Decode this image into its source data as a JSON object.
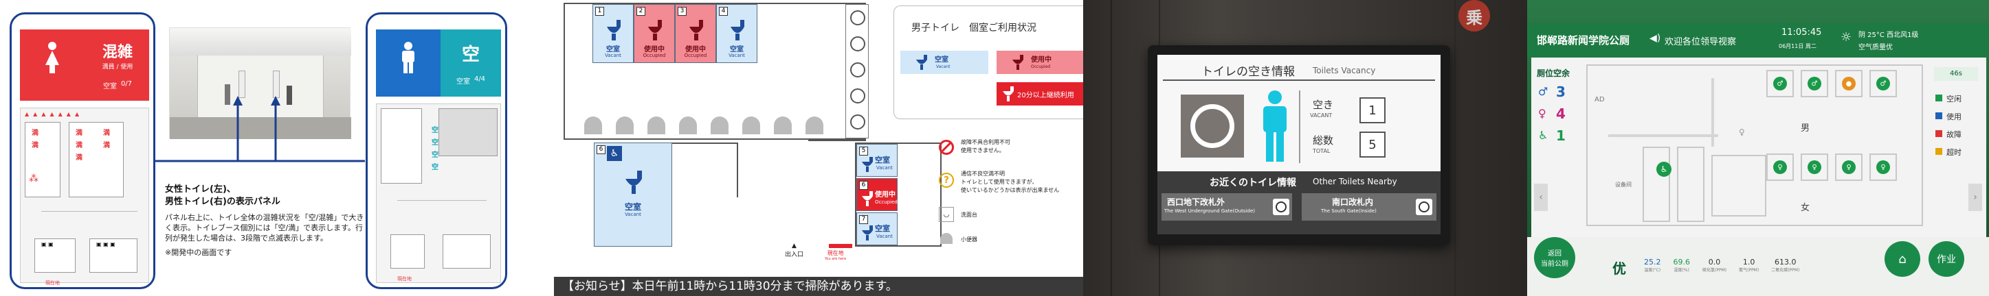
{
  "panel1": {
    "left_status": "混雑",
    "left_sub": "満員 / 使用",
    "left_count_label": "空室",
    "left_count": "0/7",
    "right_status": "空",
    "right_sub": "空室",
    "right_count": "4/4",
    "stall_marks": [
      "満",
      "満",
      "満",
      "満",
      "満",
      "満",
      "満"
    ],
    "stall_marks_right": [
      "空",
      "空",
      "空",
      "空"
    ],
    "here_label": "現在地",
    "caption_title": "女性トイレ(左)、\n男性トイレ(右)の表示パネル",
    "caption_body": "パネル右上に、トイレ全体の混雑状況を「空/混雑」で大きく表示。トイレブース個別には「空/満」で表示します。行列が発生した場合は、3段階で点滅表示します。",
    "caption_note": "※開発中の画面です",
    "colors": {
      "female": "#e8363b",
      "male": "#1d6fc8",
      "vacant": "#1ba8b8",
      "frame": "#1a3f8f"
    }
  },
  "panel2": {
    "title": "男子トイレ　個室ご利用状況",
    "legend_vacant": "空室",
    "legend_vacant_en": "Vacant",
    "legend_occupied": "使用中",
    "legend_occupied_en": "Occupied",
    "over20": "20分以上継続利用",
    "stalls_top": [
      {
        "n": "1",
        "status": "空室",
        "en": "Vacant",
        "state": "vacant"
      },
      {
        "n": "2",
        "status": "使用中",
        "en": "Occupied",
        "state": "occupied"
      },
      {
        "n": "3",
        "status": "使用中",
        "en": "Occupied",
        "state": "occupied"
      },
      {
        "n": "4",
        "status": "空室",
        "en": "Vacant",
        "state": "vacant"
      }
    ],
    "stall6": {
      "n": "6",
      "status": "空室",
      "en": "Vacant"
    },
    "stalls_right": [
      {
        "n": "5",
        "status": "空室",
        "en": "Vacant",
        "state": "vacant"
      },
      {
        "n": "6",
        "status": "使用中",
        "en": "Occupied",
        "state": "occupied"
      },
      {
        "n": "7",
        "status": "空室",
        "en": "Vacant",
        "state": "vacant"
      }
    ],
    "legend_items": [
      {
        "icon": "no-entry-icon",
        "text": "故障不具合利用不可\n使用できません。"
      },
      {
        "icon": "question-icon",
        "text": "通信不良空満不明\nトイレとして使用できますが、\n使いているかどうかは表示が出来ません"
      },
      {
        "icon": "sink-icon",
        "text": "洗面台"
      },
      {
        "icon": "urinal-icon",
        "text": "小便器"
      }
    ],
    "exit_label": "出入口",
    "here_label": "現在地",
    "here_en": "You are here",
    "notice": "【お知らせ】本日午前11時から11時30分まで掃除があります。"
  },
  "panel3": {
    "title": "トイレの空き情報",
    "title_en": "Toilets Vacancy",
    "vacant_label": "空き",
    "vacant_en": "VACANT",
    "vacant_value": "1",
    "total_label": "総数",
    "total_en": "TOTAL",
    "total_value": "5",
    "nearby": "お近くのトイレ情報",
    "nearby_en": "Other Toilets Nearby",
    "west_title": "西口地下改札外",
    "west_en": "The West Underground Gate(Outside)",
    "south_title": "南口改札内",
    "south_en": "The South Gate(Inside)",
    "watermark": "乗"
  },
  "panel4": {
    "header_title": "邯郸路新闻学院公厕",
    "welcome": "欢迎各位领导视察",
    "time": "11:05:45",
    "date": "06月11日 周二",
    "weather": "阴 25°C 西北风1级",
    "weather_sub": "空气质量优",
    "vacancy_title": "厕位空余",
    "vacancy": [
      {
        "icon": "male-icon",
        "value": "3",
        "color": "#1e63b8"
      },
      {
        "icon": "female-icon",
        "value": "4",
        "color": "#c4247a"
      },
      {
        "icon": "accessible-icon",
        "value": "1",
        "color": "#1a9a4a"
      }
    ],
    "legend_top": "46s",
    "legend": [
      {
        "label": "空闲",
        "color": "#1a9a4a"
      },
      {
        "label": "使用",
        "color": "#1e63b8"
      },
      {
        "label": "故障",
        "color": "#d33"
      },
      {
        "label": "超时",
        "color": "#e5a400"
      }
    ],
    "map_labels": {
      "ad": "AD",
      "male": "男",
      "female": "女",
      "equip": "设备间"
    },
    "back_button": "返回\n当前公厕",
    "air_grade": "优",
    "env": [
      {
        "value": "25.2",
        "label": "温度(°C)"
      },
      {
        "value": "69.6",
        "label": "湿度(%)"
      },
      {
        "value": "0.0",
        "label": "硫化氢(PPM)"
      },
      {
        "value": "1.0",
        "label": "氨气(PPM)"
      },
      {
        "value": "613.0",
        "label": "二氧化碳(PPM)"
      }
    ],
    "action_button": "作业"
  }
}
